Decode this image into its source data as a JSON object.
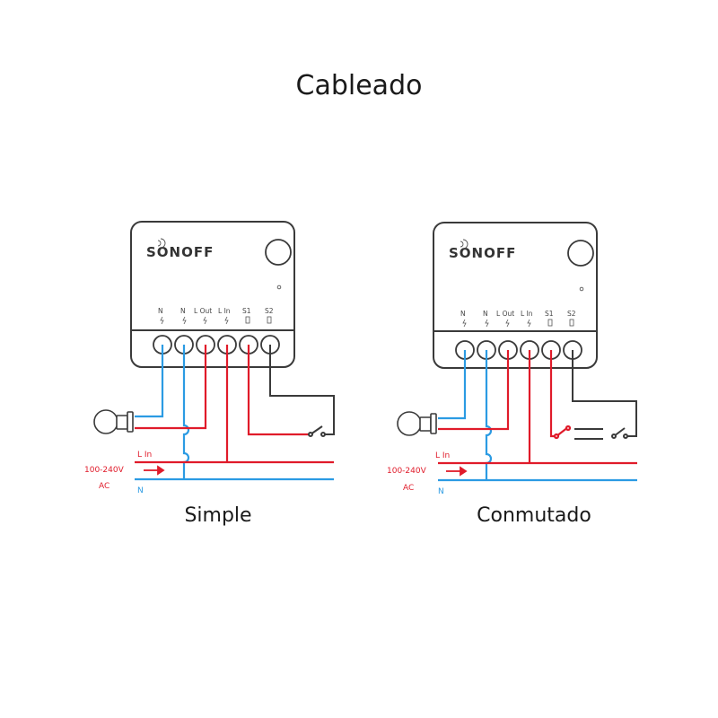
{
  "title": "Cableado",
  "colors": {
    "live": "#e01b2a",
    "neutral": "#2b9be3",
    "switch": "#3a3a3a",
    "outline": "#3a3a3a"
  },
  "device": {
    "brand": "SONOFF",
    "terminals": [
      "N",
      "N",
      "L Out",
      "L In",
      "S1",
      "S2"
    ]
  },
  "wiring": {
    "live_label": "L In",
    "neutral_label": "N",
    "voltage_label": "100-240V",
    "ac_label": "AC"
  },
  "diagrams": [
    {
      "id": "simple",
      "caption": "Simple"
    },
    {
      "id": "switched",
      "caption": "Conmutado"
    }
  ]
}
